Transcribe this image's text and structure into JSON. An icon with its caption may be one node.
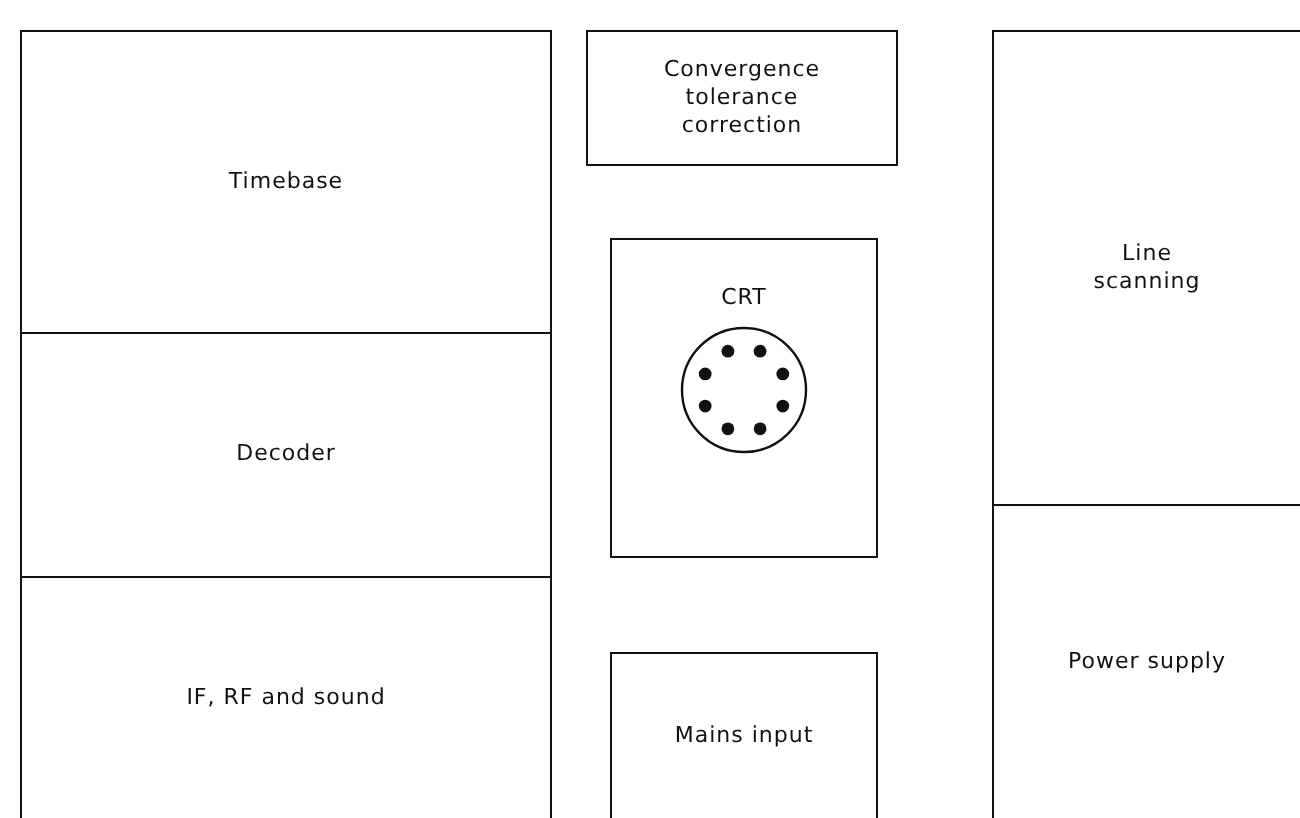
{
  "diagram": {
    "nodes": [
      {
        "text": [
          "Timebase"
        ]
      },
      {
        "text": [
          "Decoder"
        ]
      },
      {
        "text": [
          "IF, RF and sound"
        ]
      },
      {
        "text": [
          "Convergence tolerance correction"
        ]
      },
      {
        "text": [
          "CRT"
        ]
      },
      {
        "text": [
          "Mains input"
        ]
      },
      {
        "text": [
          "Line scanning"
        ]
      },
      {
        "text": [
          "Power supply"
        ]
      }
    ],
    "edges": []
  }
}
